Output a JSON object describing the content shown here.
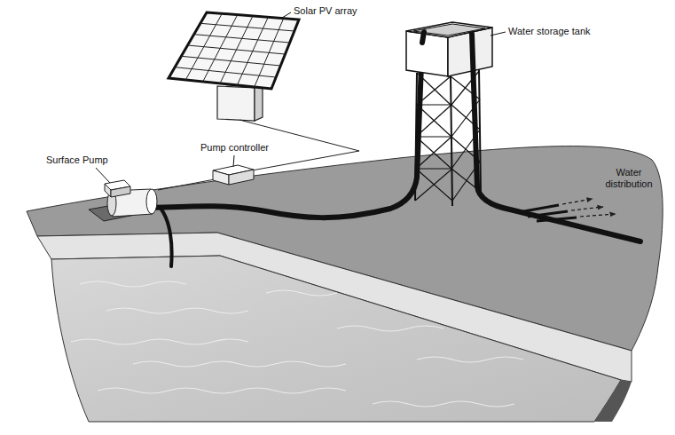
{
  "diagram": {
    "labels": [
      "Solar PV array",
      "Water storage tank",
      "Pump controller",
      "Surface Pump",
      "Water distribution"
    ]
  }
}
